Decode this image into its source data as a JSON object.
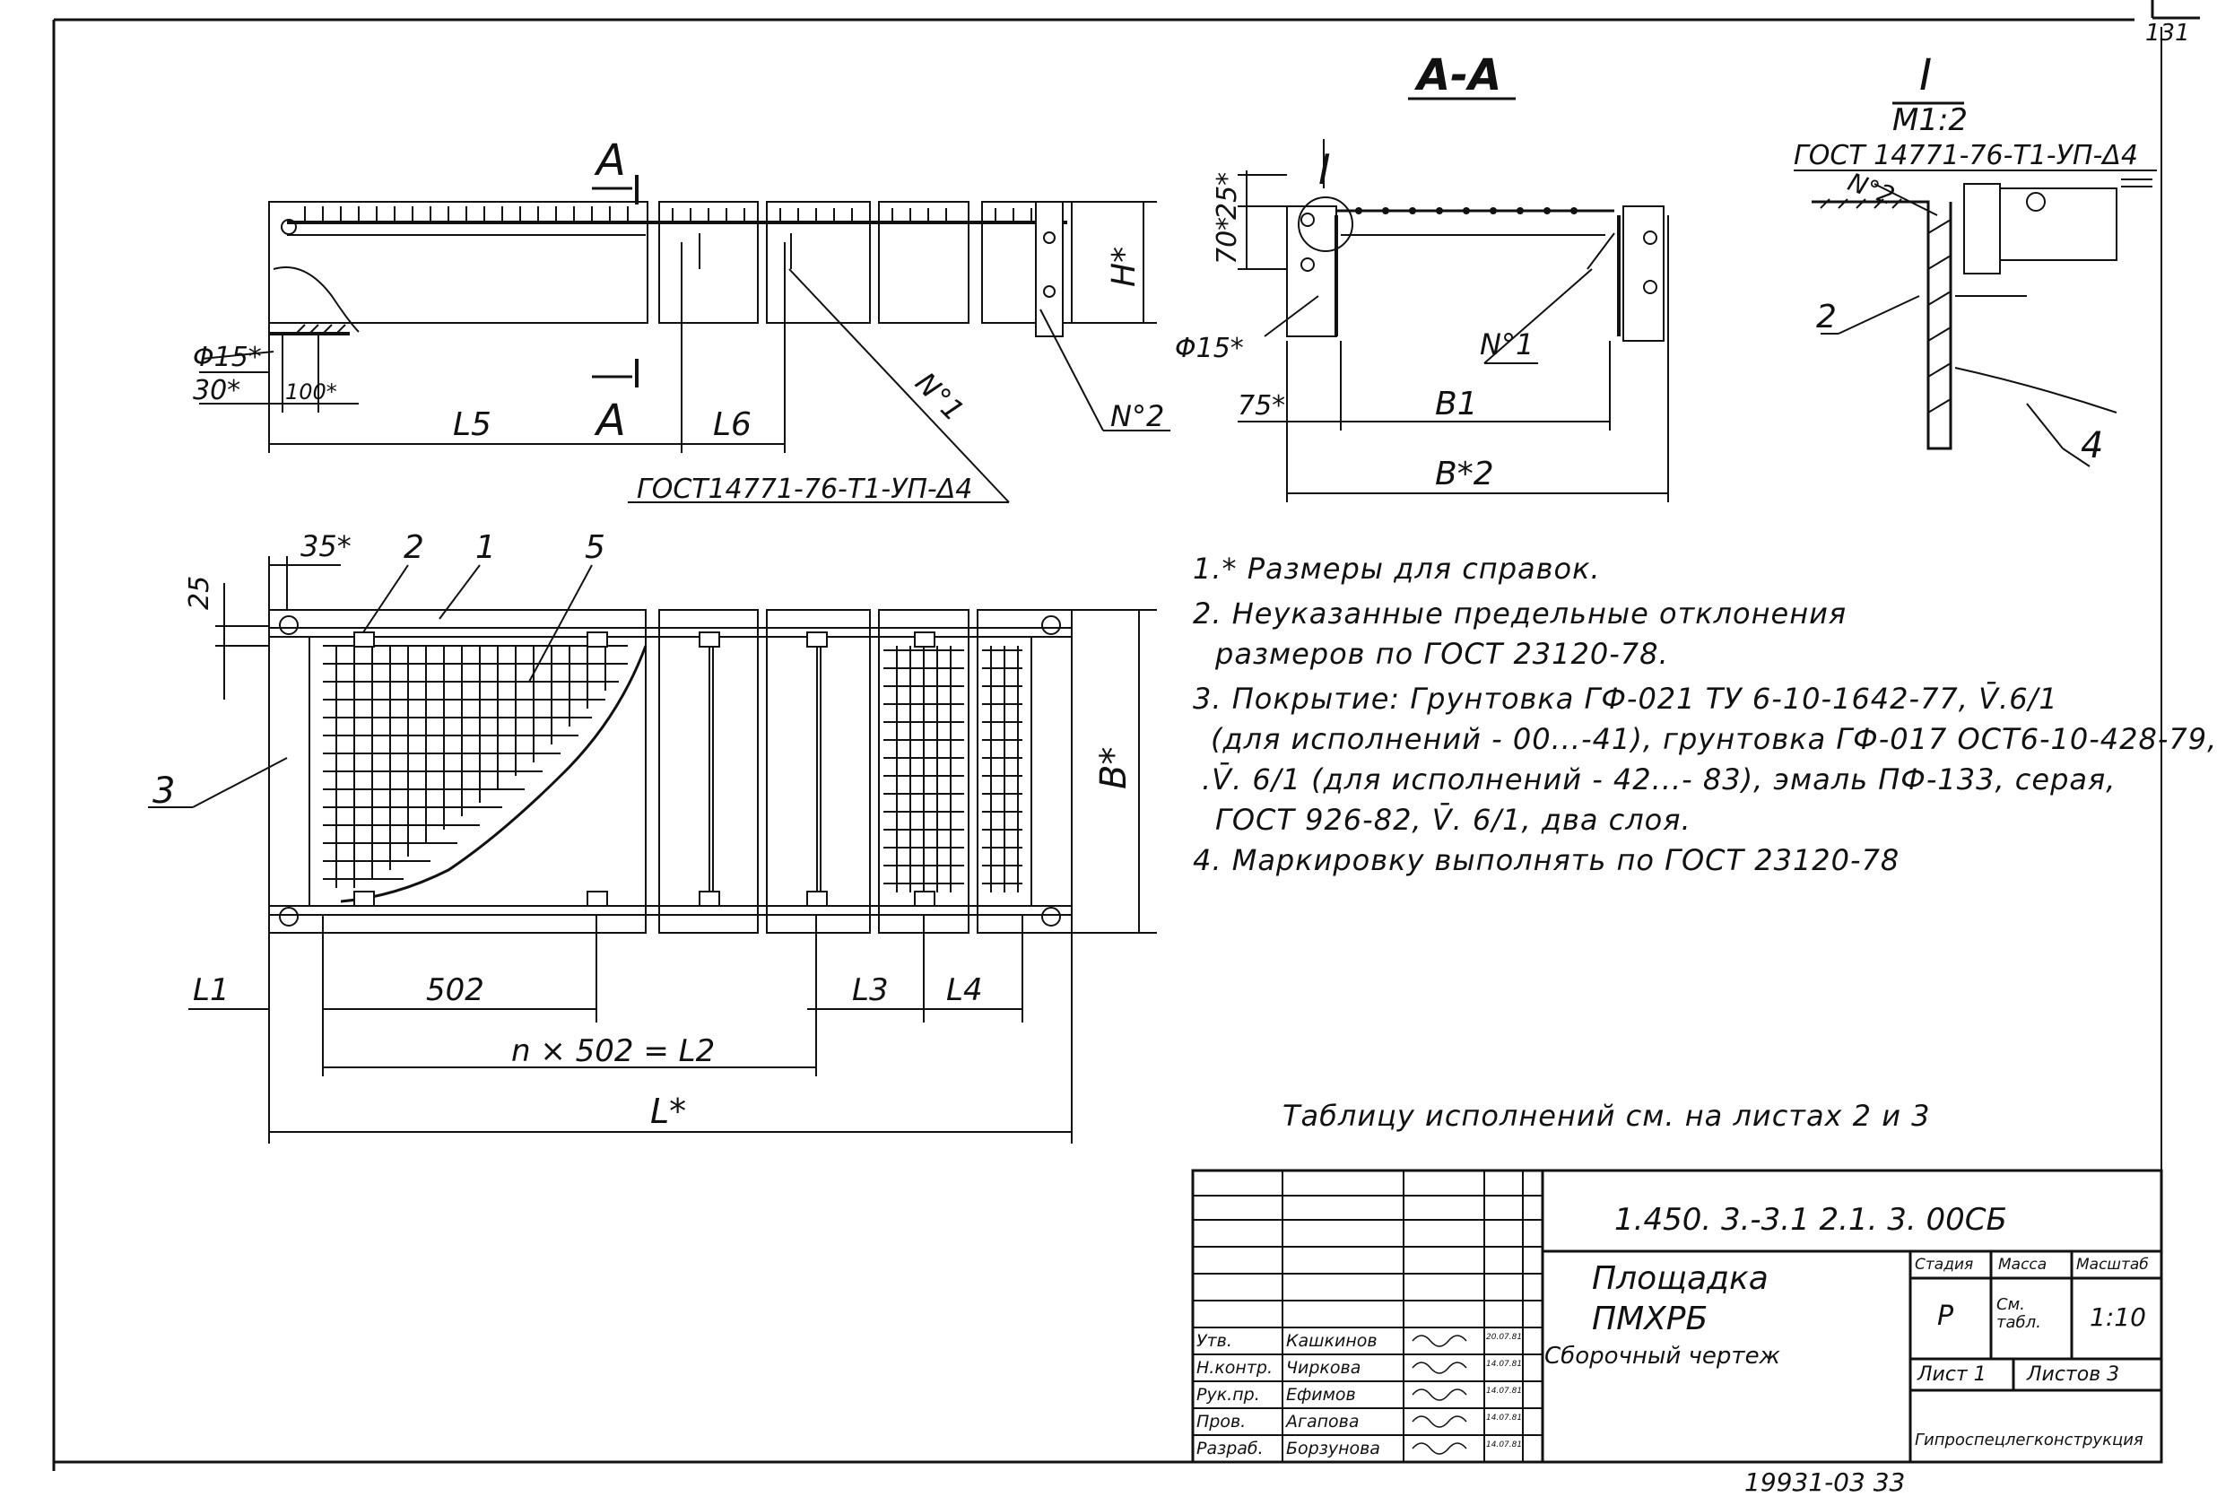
{
  "sheet": {
    "sheet_number": "131",
    "archive_number": "19931-03  33"
  },
  "views": {
    "section_mark": "A",
    "section_title": "A-A",
    "detail_mark": "I",
    "detail_scale": "M1:2",
    "weld_spec": "ГОСТ14771-76-Т1-УП-Δ4",
    "detail_weld_spec": "ГОСТ 14771-76-Т1-УП-Δ4"
  },
  "dimensions": {
    "phi15": "Φ15*",
    "d30": "30*",
    "d100": "100*",
    "L5": "L5",
    "L6": "L6",
    "n1": "N°1",
    "n2": "N°2",
    "H": "H*",
    "d25s": "25*",
    "d70": "70*",
    "d75": "75*",
    "B1": "B1",
    "B2": "B*2",
    "d35": "35*",
    "d25": "25",
    "B": "B*",
    "L1": "L1",
    "d502": "502",
    "L2": "n × 502 = L2",
    "L3": "L3",
    "L4": "L4",
    "L": "L*"
  },
  "positions": {
    "p1": "1",
    "p2": "2",
    "p3": "3",
    "p4": "4",
    "p5": "5"
  },
  "notes": {
    "n1": "1.* Размеры для справок.",
    "n2a": "2. Неуказанные предельные отклонения",
    "n2b": "размеров по ГОСТ 23120-78.",
    "n3a": "3. Покрытие: Грунтовка ГФ-021 ТУ 6-10-1642-77, V̄.6/1",
    "n3b": "(для исполнений - 00...-41), грунтовка ГФ-017 ОСТ6-10-428-79,",
    "n3c": ".V̄. 6/1 (для исполнений - 42...- 83), эмаль ПФ-133, серая,",
    "n3d": "ГОСТ 926-82, V̄. 6/1, два слоя.",
    "n4": "4. Маркировку выполнять по ГОСТ 23120-78",
    "table_ref": "Таблицу исполнений см. на листах 2 и 3"
  },
  "title_block": {
    "doc_code": "1.450. 3.-3.1  2.1. 3. 00СБ",
    "name_line1": "Площадка",
    "name_line2": "ПМХРБ",
    "doc_type": "Сборочный чертеж",
    "stage_label": "Стадия",
    "mass_label": "Масса",
    "scale_label": "Масштаб",
    "stage": "Р",
    "mass": "См. табл.",
    "scale": "1:10",
    "sheet_label": "Лист 1",
    "sheets_label": "Листов 3",
    "org": "Гипроспецлегконструкция",
    "roles": [
      "Утв.",
      "Н.контр.",
      "Рук.пр.",
      "Пров.",
      "Разраб."
    ],
    "names": [
      "Кашкинов",
      "Чиркова",
      "Ефимов",
      "Агапова",
      "Борзунова"
    ],
    "dates": [
      "20.07.81",
      "14.07.81",
      "14.07.81",
      "14.07.81",
      "14.07.81"
    ]
  }
}
